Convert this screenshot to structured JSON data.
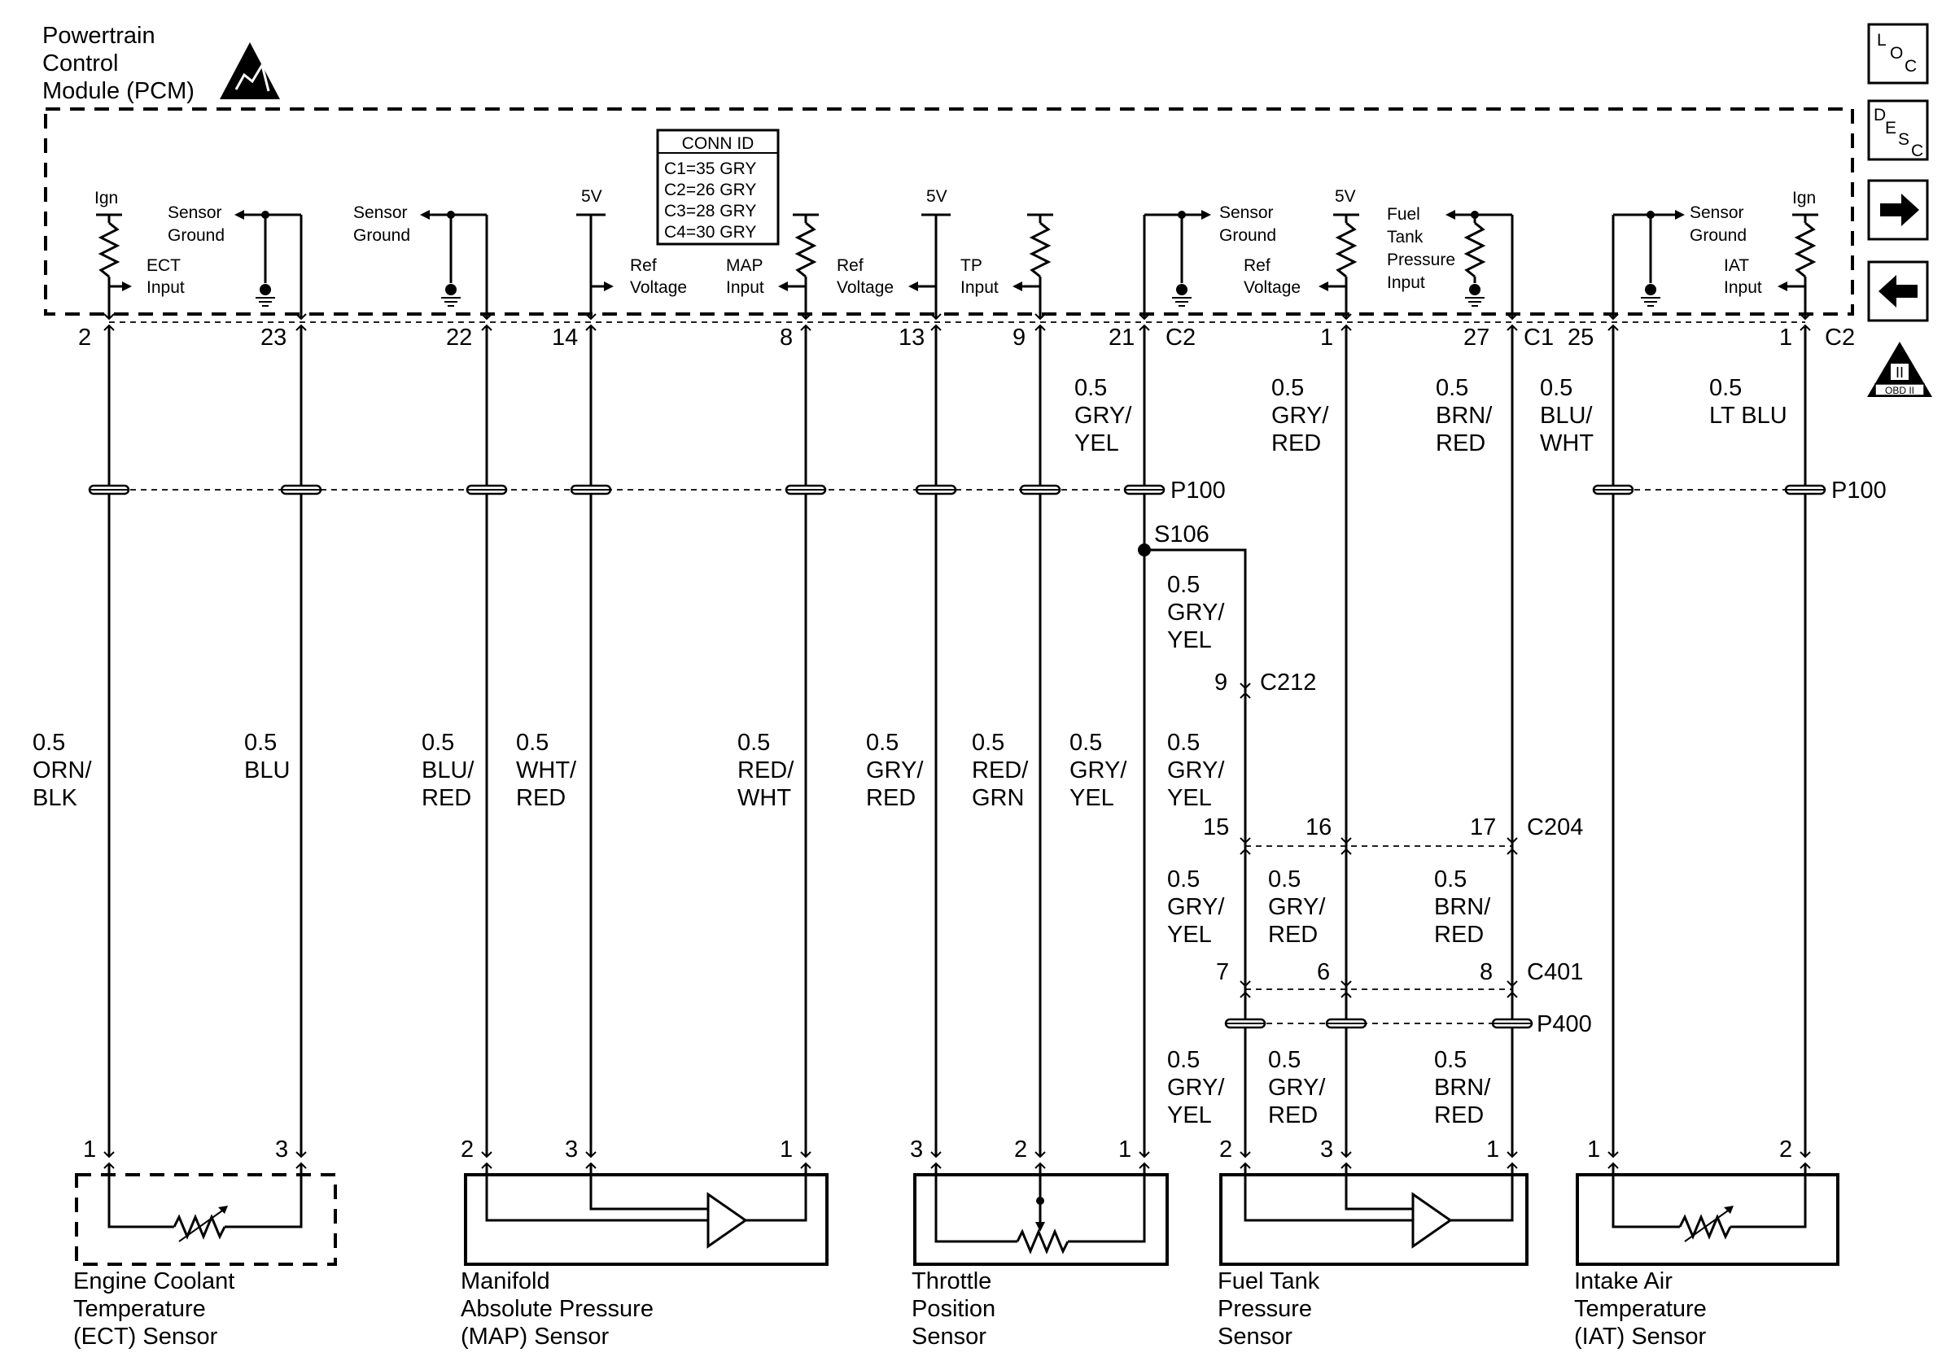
{
  "pcm": {
    "line1": "Powertrain",
    "line2": "Control",
    "line3": "Module (PCM)"
  },
  "conn_id": {
    "title": "CONN ID",
    "c1": "C1=35 GRY",
    "c2": "C2=26 GRY",
    "c3": "C3=28 GRY",
    "c4": "C4=30 GRY"
  },
  "labels": {
    "ign": "Ign",
    "five_v": "5V",
    "sensor": "Sensor",
    "ground": "Ground",
    "ref": "Ref",
    "voltage": "Voltage",
    "input": "Input",
    "ect": "ECT",
    "map": "MAP",
    "tp": "TP",
    "iat": "IAT",
    "fuel": "Fuel",
    "tank": "Tank",
    "pressure": "Pressure"
  },
  "pins": {
    "p2": "2",
    "p23": "23",
    "p22": "22",
    "p14": "14",
    "p8": "8",
    "p13": "13",
    "p9": "9",
    "p21": "21",
    "c2a": "C2",
    "p1a": "1",
    "p27": "27",
    "c1": "C1",
    "p25": "25",
    "p1b": "1",
    "c2b": "C2"
  },
  "connectors": {
    "p100a": "P100",
    "p100b": "P100",
    "s106": "S106",
    "c212": "C212",
    "c204": "C204",
    "c401": "C401",
    "p400": "P400",
    "n9": "9",
    "n15": "15",
    "n16": "16",
    "n17": "17",
    "n7": "7",
    "n6": "6",
    "n8": "8"
  },
  "wires": {
    "ect_sig": {
      "gauge": "0.5",
      "c1": "ORN/",
      "c2": "BLK"
    },
    "ect_gnd": {
      "gauge": "0.5",
      "c1": "BLU"
    },
    "map_gnd": {
      "gauge": "0.5",
      "c1": "BLU/",
      "c2": "RED"
    },
    "map_ref": {
      "gauge": "0.5",
      "c1": "WHT/",
      "c2": "RED"
    },
    "map_sig": {
      "gauge": "0.5",
      "c1": "RED/",
      "c2": "WHT"
    },
    "tp_ref": {
      "gauge": "0.5",
      "c1": "GRY/",
      "c2": "RED"
    },
    "tp_sig": {
      "gauge": "0.5",
      "c1": "RED/",
      "c2": "GRN"
    },
    "tp_gnd": {
      "gauge": "0.5",
      "c1": "GRY/",
      "c2": "YEL"
    },
    "gy_top": {
      "gauge": "0.5",
      "c1": "GRY/",
      "c2": "YEL"
    },
    "gr_top": {
      "gauge": "0.5",
      "c1": "GRY/",
      "c2": "RED"
    },
    "br_top": {
      "gauge": "0.5",
      "c1": "BRN/",
      "c2": "RED"
    },
    "bw_top": {
      "gauge": "0.5",
      "c1": "BLU/",
      "c2": "WHT"
    },
    "lb_top": {
      "gauge": "0.5",
      "c1": "LT BLU"
    },
    "gy_s106": {
      "gauge": "0.5",
      "c1": "GRY/",
      "c2": "YEL"
    },
    "gy_mid": {
      "gauge": "0.5",
      "c1": "GRY/",
      "c2": "YEL"
    },
    "gy_c204": {
      "gauge": "0.5",
      "c1": "GRY/",
      "c2": "YEL"
    },
    "gr_c204": {
      "gauge": "0.5",
      "c1": "GRY/",
      "c2": "RED"
    },
    "br_c204": {
      "gauge": "0.5",
      "c1": "BRN/",
      "c2": "RED"
    },
    "gy_p400": {
      "gauge": "0.5",
      "c1": "GRY/",
      "c2": "YEL"
    },
    "gr_p400": {
      "gauge": "0.5",
      "c1": "GRY/",
      "c2": "RED"
    },
    "br_p400": {
      "gauge": "0.5",
      "c1": "BRN/",
      "c2": "RED"
    }
  },
  "sensor_pins": {
    "ect_1": "1",
    "ect_3": "3",
    "map_2": "2",
    "map_3": "3",
    "map_1": "1",
    "tp_3": "3",
    "tp_2": "2",
    "tp_1": "1",
    "ftp_2": "2",
    "ftp_3": "3",
    "ftp_1": "1",
    "iat_1": "1",
    "iat_2": "2"
  },
  "sensors": {
    "ect": {
      "l1": "Engine Coolant",
      "l2": "Temperature",
      "l3": "(ECT) Sensor"
    },
    "map": {
      "l1": "Manifold",
      "l2": "Absolute Pressure",
      "l3": "(MAP) Sensor"
    },
    "tp": {
      "l1": "Throttle",
      "l2": "Position",
      "l3": "Sensor"
    },
    "ftp": {
      "l1": "Fuel Tank",
      "l2": "Pressure",
      "l3": "Sensor"
    },
    "iat": {
      "l1": "Intake Air",
      "l2": "Temperature",
      "l3": "(IAT) Sensor"
    }
  },
  "side_icons": {
    "loc": {
      "a": "L",
      "b": "O",
      "c": "C"
    },
    "desc": {
      "a": "D",
      "b": "E",
      "c": "S",
      "d": "C"
    },
    "obd": "OBD II",
    "obd_mark": "II",
    "next": "right-arrow-icon",
    "prev": "left-arrow-icon"
  }
}
